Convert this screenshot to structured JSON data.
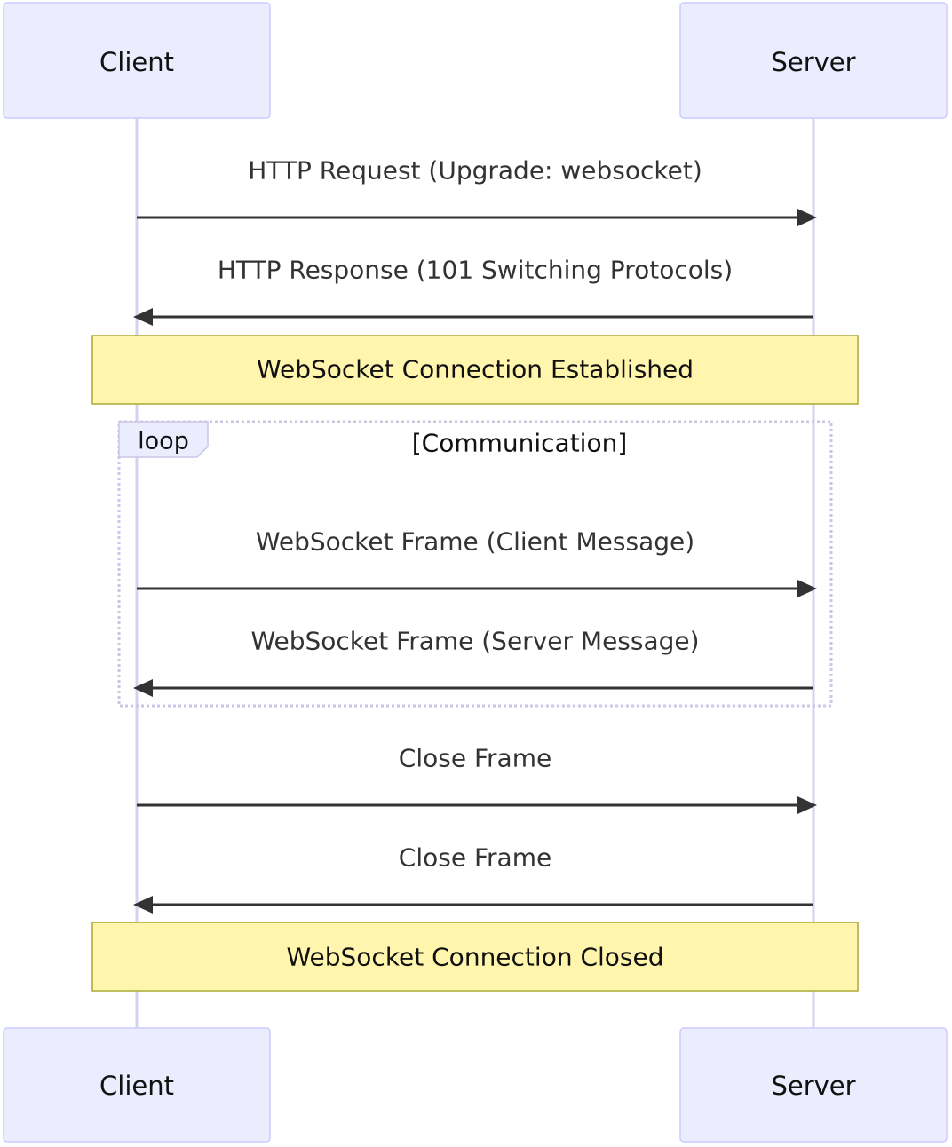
{
  "participants": {
    "client": "Client",
    "server": "Server"
  },
  "messages": [
    {
      "from": "client",
      "to": "server",
      "label": "HTTP Request (Upgrade: websocket)"
    },
    {
      "from": "server",
      "to": "client",
      "label": "HTTP Response (101 Switching Protocols)"
    },
    {
      "from": "client",
      "to": "server",
      "label": "WebSocket Frame (Client Message)"
    },
    {
      "from": "server",
      "to": "client",
      "label": "WebSocket Frame (Server Message)"
    },
    {
      "from": "client",
      "to": "server",
      "label": "Close Frame"
    },
    {
      "from": "server",
      "to": "client",
      "label": "Close Frame"
    }
  ],
  "notes": {
    "established": "WebSocket Connection Established",
    "closed": "WebSocket Connection Closed"
  },
  "loop": {
    "keyword": "loop",
    "condition": "[Communication]"
  },
  "colors": {
    "actor_fill": "#ECECFF",
    "actor_border": "#CCCCFF",
    "note_fill": "#FFF5AD",
    "note_border": "#AAAA33",
    "line": "#333333",
    "lifeline": "#D5D2EE"
  }
}
